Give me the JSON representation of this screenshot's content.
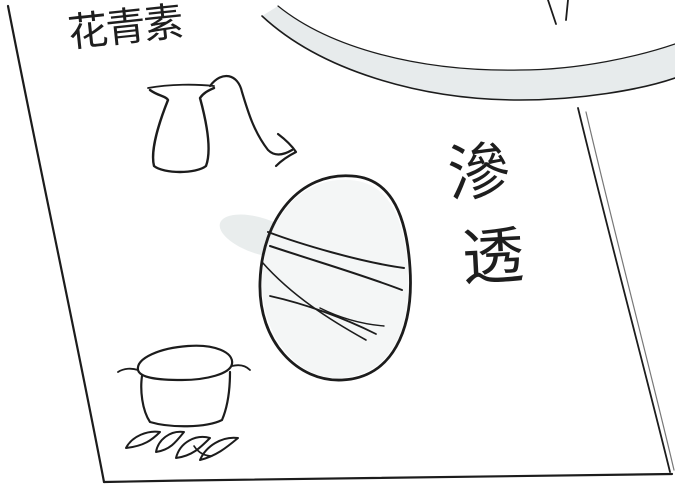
{
  "labels": {
    "anthocyanin": "花青素",
    "shin": "滲",
    "tou": "透"
  },
  "colors": {
    "paper": "#ffffff",
    "ink": "#1c1c1c",
    "pencil_grey_blue": "#8fa3a8",
    "smudge": "#b9c2c4"
  },
  "icons": {
    "beaker": "beaker-icon",
    "egg": "egg-icon",
    "pot": "pot-icon",
    "arrow": "arrow-icon"
  }
}
